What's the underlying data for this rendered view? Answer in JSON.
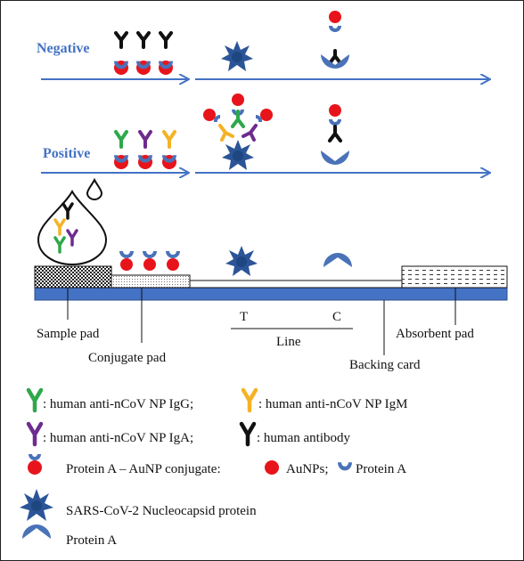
{
  "rows": {
    "negative": "Negative",
    "positive": "Positive"
  },
  "strip_labels": {
    "sample_pad": "Sample pad",
    "conjugate_pad": "Conjugate pad",
    "t": "T",
    "c": "C",
    "line": "Line",
    "backing_card": "Backing card",
    "absorbent_pad": "Absorbent pad"
  },
  "legend": {
    "igg": ": human anti-nCoV NP IgG;",
    "igm": ": human anti-nCoV NP IgM",
    "iga": ": human anti-nCoV NP IgA;",
    "human_antibody": ": human antibody",
    "conjugate": "Protein A – AuNP conjugate:",
    "aunp": "AuNPs;",
    "protein_a_small": "Protein A",
    "np": "SARS-CoV-2 Nucleocapsid protein",
    "protein_a": "Protein A"
  },
  "colors": {
    "arrow_blue": "#4472C4",
    "protein_a_blue": "#4A72B8",
    "aunp_red": "#E8141B",
    "igg_green": "#2EA84A",
    "igm_yellow": "#F5B225",
    "iga_purple": "#6E2C8E",
    "antibody_black": "#111111",
    "np_navy": "#2B5597",
    "backing_blue": "#4472C4"
  }
}
